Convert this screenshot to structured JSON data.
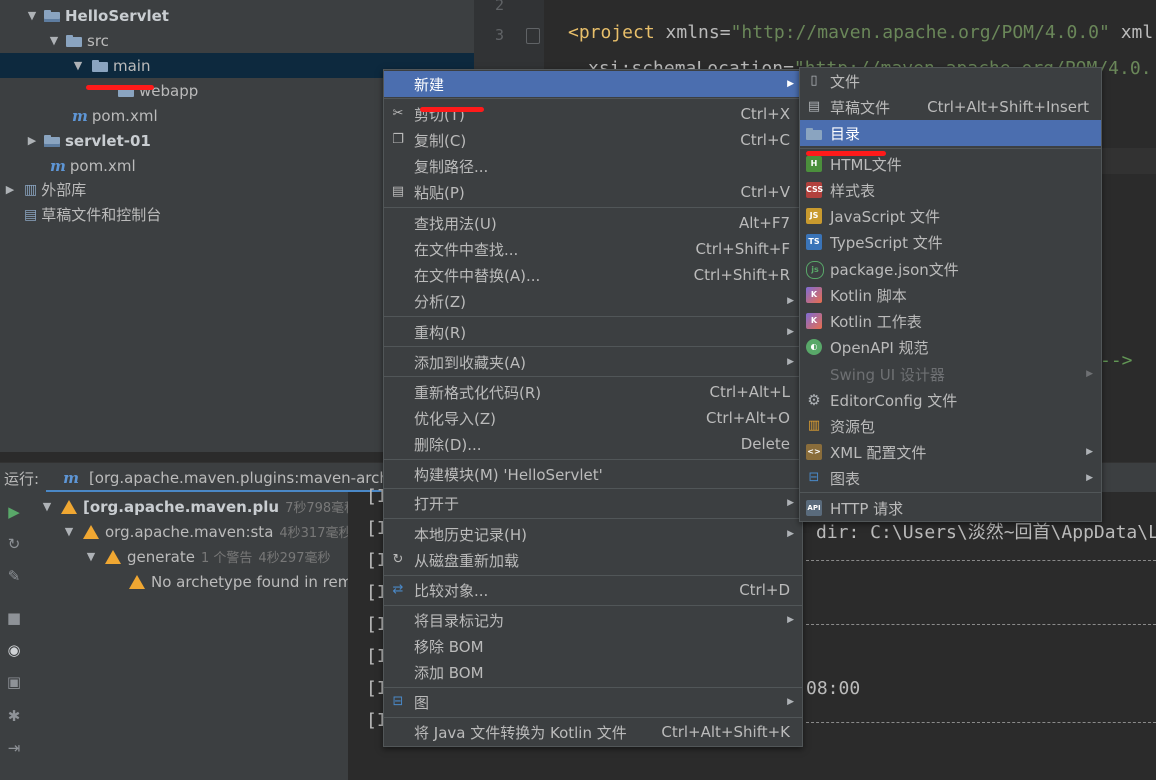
{
  "project_tree": {
    "items": [
      {
        "label": "HelloServlet",
        "bold": true
      },
      {
        "label": "src"
      },
      {
        "label": "main"
      },
      {
        "label": "webapp"
      },
      {
        "label": "pom.xml"
      },
      {
        "label": "servlet-01",
        "bold": true
      },
      {
        "label": "pom.xml"
      },
      {
        "label": "外部库"
      },
      {
        "label": "草稿文件和控制台"
      }
    ]
  },
  "editor": {
    "line_numbers": [
      "2",
      "3"
    ],
    "line3": {
      "open": "<project",
      "attr": " xmlns=",
      "val": "\"http://maven.apache.org/POM/4.0.0\"",
      "rest": " xml"
    },
    "line4": {
      "attr": "xsi:schemaLocation=",
      "val": "\"http://maven.apache.org/POM/4.0."
    },
    "comment_tail": "-->"
  },
  "run_panel": {
    "label": "运行:",
    "tab": "[org.apache.maven.plugins:maven-arche",
    "tree": [
      {
        "label": "[org.apache.maven.plu",
        "time": "7秒798毫秒"
      },
      {
        "label": "org.apache.maven:sta",
        "time": "4秒317毫秒"
      },
      {
        "label": "generate",
        "warn": "1 个警告",
        "time": "4秒297毫秒"
      },
      {
        "label": "No archetype found in rem"
      }
    ],
    "console": [
      "[I",
      "[I",
      "[I",
      "[I",
      "[I",
      "[I",
      "[I",
      "[I"
    ],
    "console_text": {
      "dir": "dir: C:\\Users\\淡然~回首\\AppData\\L",
      "time": "08:00"
    }
  },
  "main_menu": {
    "items": [
      {
        "label": "新建",
        "submenu": true,
        "highlight": true
      },
      {
        "label": "剪切(T)",
        "shortcut": "Ctrl+X",
        "icon": "scissors-icon"
      },
      {
        "label": "复制(C)",
        "shortcut": "Ctrl+C",
        "icon": "copy-icon"
      },
      {
        "label": "复制路径..."
      },
      {
        "label": "粘贴(P)",
        "shortcut": "Ctrl+V",
        "icon": "paste-icon"
      },
      {
        "label": "查找用法(U)",
        "shortcut": "Alt+F7"
      },
      {
        "label": "在文件中查找...",
        "shortcut": "Ctrl+Shift+F"
      },
      {
        "label": "在文件中替换(A)...",
        "shortcut": "Ctrl+Shift+R"
      },
      {
        "label": "分析(Z)",
        "submenu": true
      },
      {
        "label": "重构(R)",
        "submenu": true
      },
      {
        "label": "添加到收藏夹(A)",
        "submenu": true
      },
      {
        "label": "重新格式化代码(R)",
        "shortcut": "Ctrl+Alt+L"
      },
      {
        "label": "优化导入(Z)",
        "shortcut": "Ctrl+Alt+O"
      },
      {
        "label": "删除(D)...",
        "shortcut": "Delete"
      },
      {
        "label": "构建模块(M) 'HelloServlet'"
      },
      {
        "label": "打开于",
        "submenu": true
      },
      {
        "label": "本地历史记录(H)",
        "submenu": true
      },
      {
        "label": "从磁盘重新加载",
        "icon": "reload-icon"
      },
      {
        "label": "比较对象...",
        "shortcut": "Ctrl+D",
        "icon": "compare-icon"
      },
      {
        "label": "将目录标记为",
        "submenu": true
      },
      {
        "label": "移除 BOM"
      },
      {
        "label": "添加 BOM"
      },
      {
        "label": "图",
        "submenu": true,
        "icon": "diagram-icon"
      },
      {
        "label": "将 Java 文件转换为 Kotlin 文件",
        "shortcut": "Ctrl+Alt+Shift+K"
      }
    ]
  },
  "new_submenu": {
    "items": [
      {
        "label": "文件",
        "icon": "file-icon"
      },
      {
        "label": "草稿文件",
        "shortcut": "Ctrl+Alt+Shift+Insert",
        "icon": "scratch-icon"
      },
      {
        "label": "目录",
        "icon": "folder-icon",
        "highlight": true
      },
      {
        "label": "HTML文件",
        "icon": "html-icon"
      },
      {
        "label": "样式表",
        "icon": "css-icon"
      },
      {
        "label": "JavaScript 文件",
        "icon": "js-icon"
      },
      {
        "label": "TypeScript 文件",
        "icon": "ts-icon"
      },
      {
        "label": "package.json文件",
        "icon": "nodejs-icon"
      },
      {
        "label": "Kotlin 脚本",
        "icon": "kotlin-icon"
      },
      {
        "label": "Kotlin 工作表",
        "icon": "kotlin-icon"
      },
      {
        "label": "OpenAPI 规范",
        "icon": "openapi-icon"
      },
      {
        "label": "Swing UI 设计器",
        "disabled": true,
        "submenu": true
      },
      {
        "label": "EditorConfig 文件",
        "icon": "gear-icon"
      },
      {
        "label": "资源包",
        "icon": "resource-bundle-icon"
      },
      {
        "label": "XML 配置文件",
        "submenu": true,
        "icon": "xml-icon"
      },
      {
        "label": "图表",
        "submenu": true,
        "icon": "diagram-icon"
      },
      {
        "label": "HTTP 请求",
        "icon": "api-icon"
      }
    ]
  },
  "colors": {
    "accent": "#4b6eaf",
    "panel": "#3c3f41",
    "editor": "#2b2b2b",
    "mark": "#ff1a1a"
  }
}
